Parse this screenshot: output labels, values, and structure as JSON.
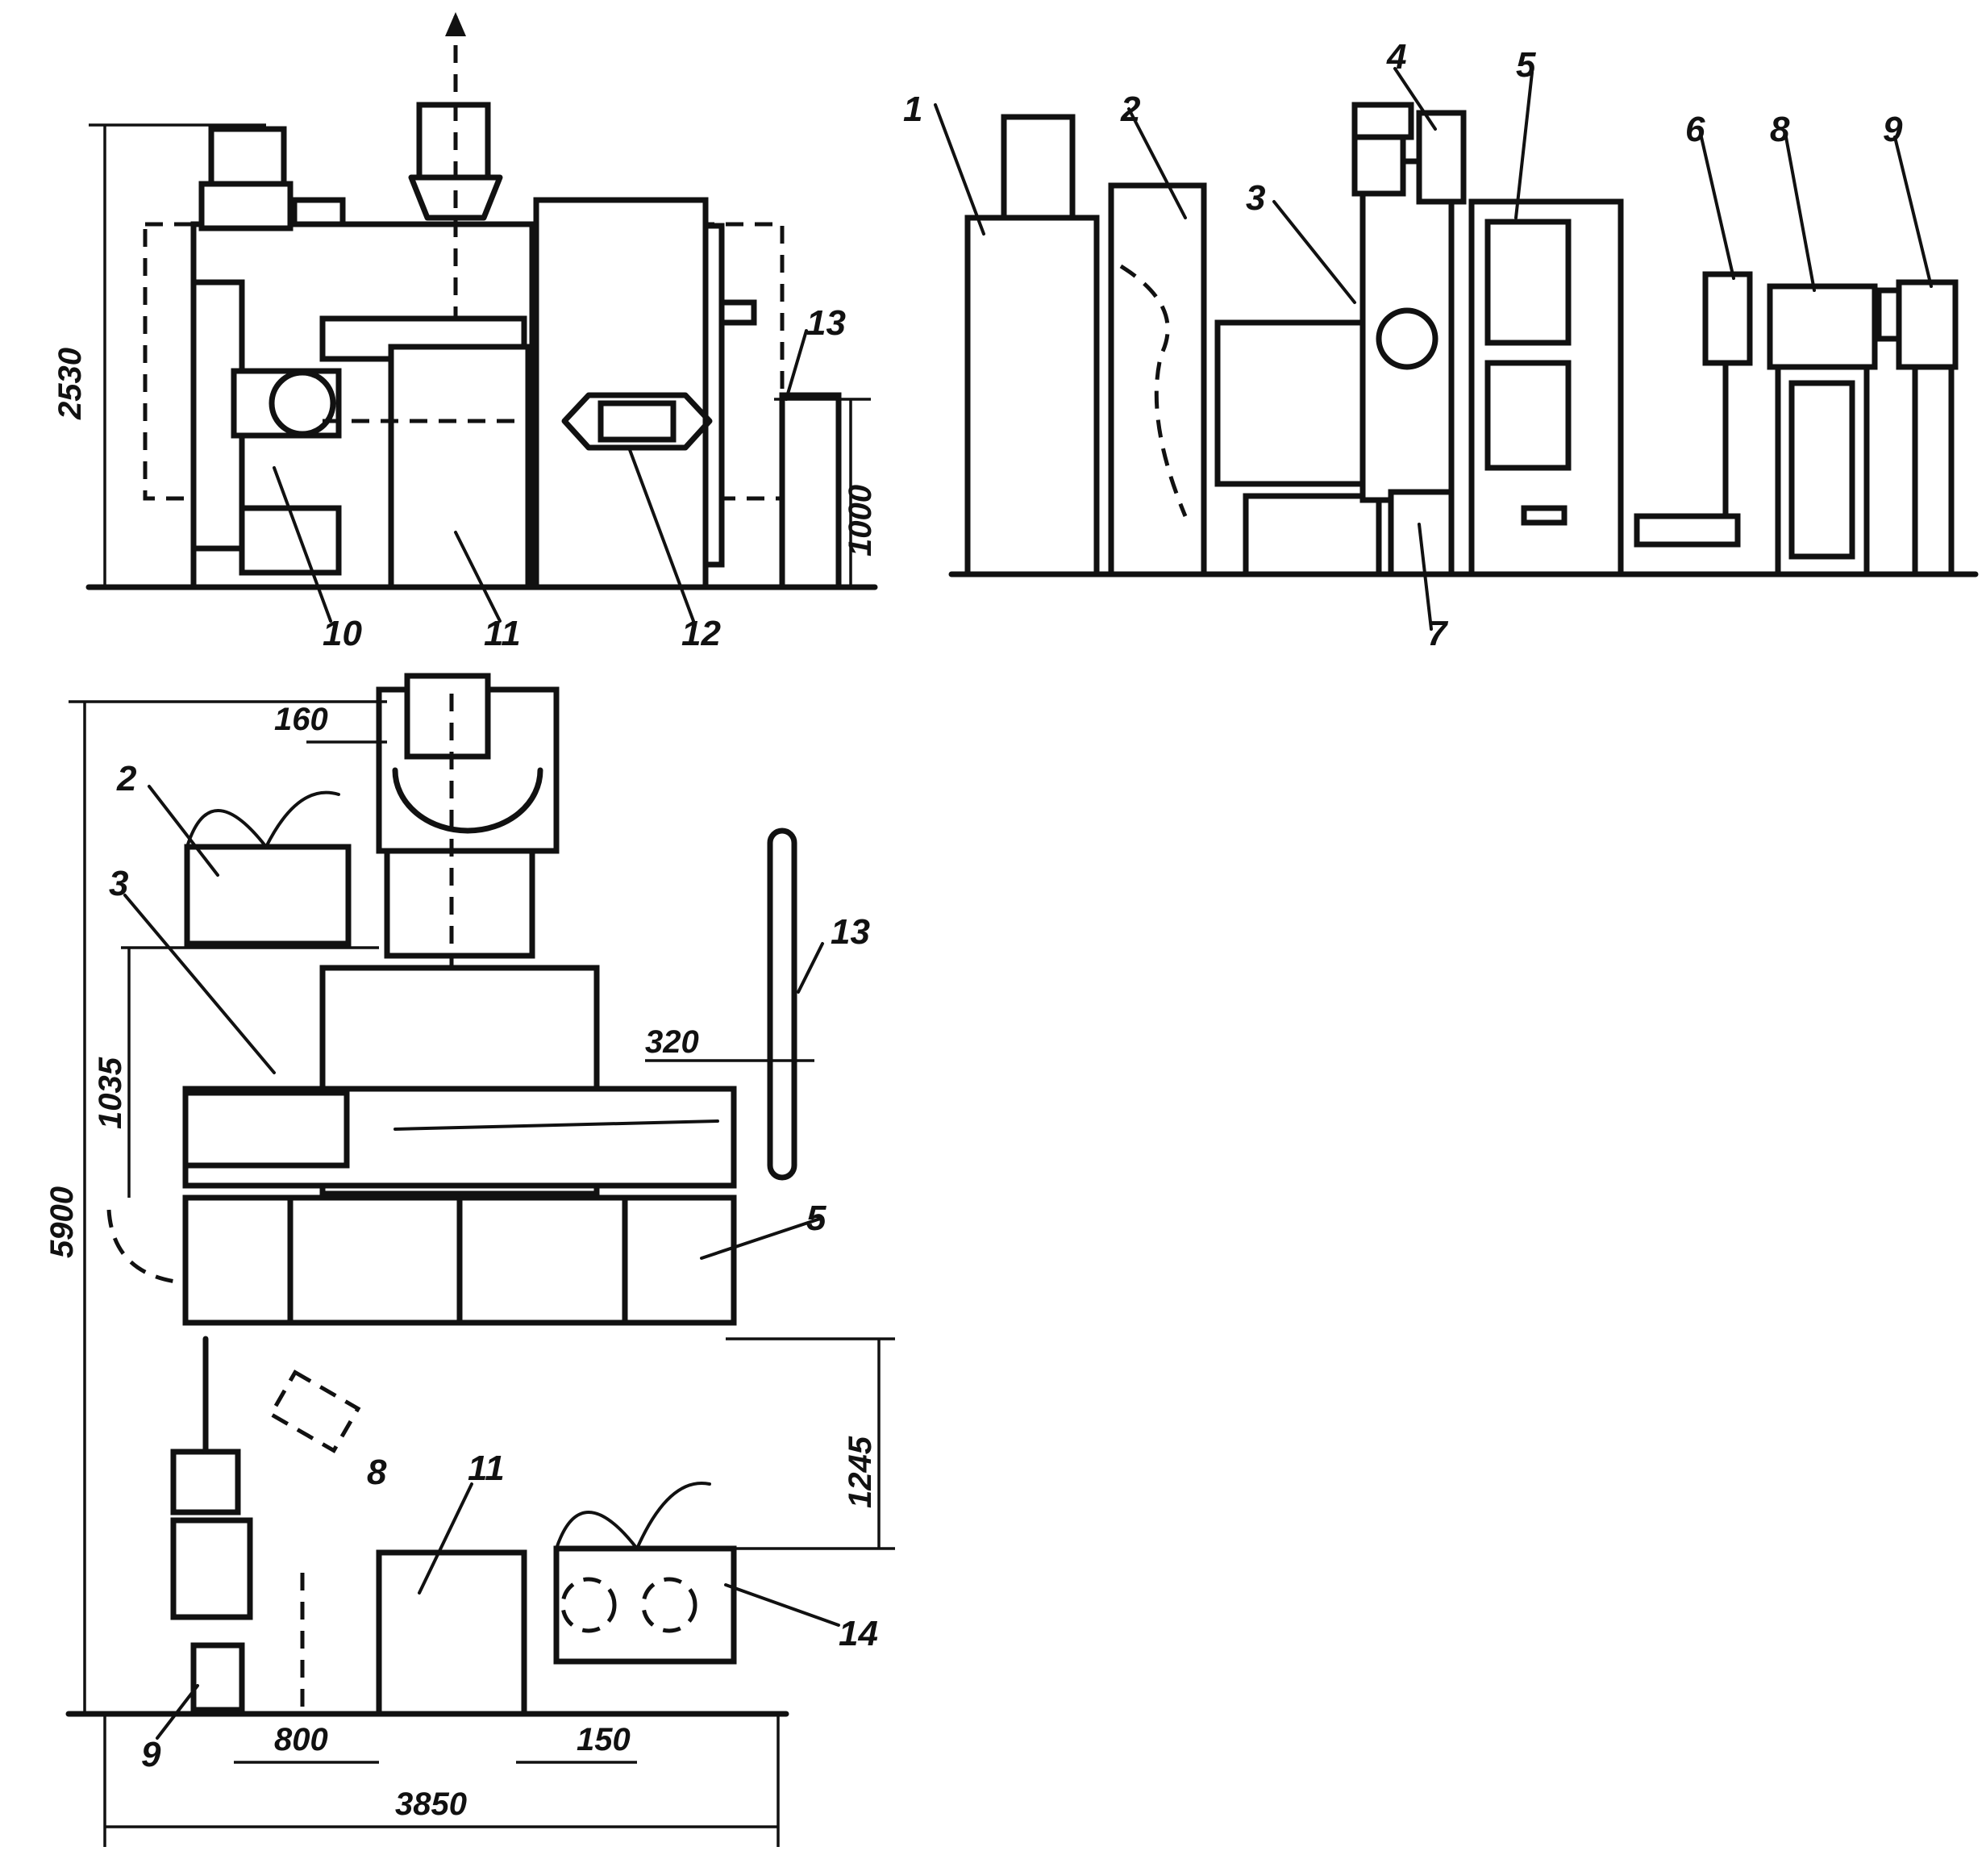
{
  "views": {
    "side_view": {
      "callouts": [
        "10",
        "11",
        "12",
        "13"
      ],
      "dimensions": {
        "height_total": "2530",
        "height_part": "1000"
      }
    },
    "front_view": {
      "callouts": [
        "1",
        "2",
        "3",
        "4",
        "5",
        "6",
        "7",
        "8",
        "9"
      ]
    },
    "plan_view": {
      "callouts": [
        "2",
        "3",
        "5",
        "8",
        "9",
        "11",
        "13",
        "14"
      ],
      "dimensions": {
        "height_total": "5900",
        "top_offset": "160",
        "mid_height": "1035",
        "right_offset": "320",
        "lower_height": "1245",
        "gap_left": "800",
        "gap_right": "150",
        "width_total": "3850"
      }
    }
  }
}
